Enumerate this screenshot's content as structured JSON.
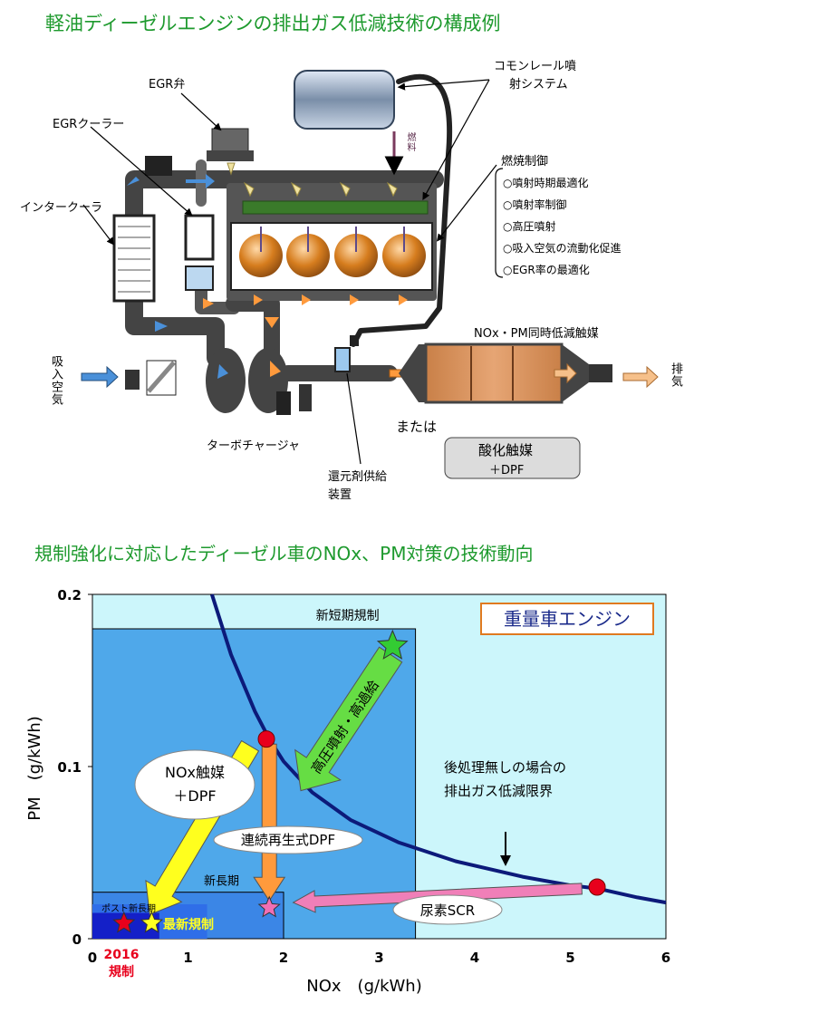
{
  "top_diagram": {
    "title": "軽油ディーゼルエンジンの排出ガス低減技術の構成例",
    "labels": {
      "egr_valve": "EGR弁",
      "egr_cooler": "EGRクーラー",
      "intercooler": "インタークーラ",
      "common_rail_line1": "コモンレール噴",
      "common_rail_line2": "射システム",
      "fuel": "燃料",
      "intake_air": "吸入空気",
      "exhaust": "排気",
      "turbocharger": "ターボチャージャ",
      "reductant_line1": "還元剤供給",
      "reductant_line2": "装置",
      "catalyst": "NOx・PM同時低減触媒",
      "or": "または",
      "alt_line1": "酸化触媒",
      "alt_line2": "＋DPF"
    },
    "combustion": {
      "heading": "燃焼制御",
      "items": [
        "○噴射時期最適化",
        "○噴射率制御",
        "○高圧噴射",
        "○吸入空気の流動化促進",
        "○EGR率の最適化"
      ]
    }
  },
  "chart_title": "規制強化に対応したディーゼル車のNOx、PM対策の技術動向",
  "chart_data": {
    "type": "diagram",
    "xlabel": "NOx　(g/kWh)",
    "ylabel": "PM　(g/kWh)",
    "xlim": [
      0,
      6
    ],
    "ylim": [
      0,
      0.2
    ],
    "x_ticks": [
      "0",
      "1",
      "2",
      "3",
      "4",
      "5",
      "6"
    ],
    "y_ticks": [
      "0",
      "0.1",
      "0.2"
    ],
    "engine_badge": "重量車エンジン",
    "regions": {
      "new_short_term": {
        "label": "新短期規制",
        "nox": 3.38,
        "pm": 0.18
      },
      "new_long_term": {
        "label": "新長期",
        "nox": 2.0,
        "pm": 0.027
      },
      "post_new_long_term": {
        "label": "ポスト新長期",
        "nox": 1.2,
        "pm": 0.02
      },
      "latest": {
        "nox": 0.7,
        "pm": 0.015
      }
    },
    "limit_curve": {
      "label_line1": "後処理無しの場合の",
      "label_line2": "排出ガス低減限界",
      "nox": [
        1.25,
        1.45,
        1.7,
        1.85,
        2.0,
        2.3,
        2.7,
        3.2,
        3.8,
        4.5,
        5.0,
        5.3,
        5.7,
        6.0
      ],
      "pm": [
        0.2,
        0.165,
        0.132,
        0.116,
        0.103,
        0.085,
        0.069,
        0.056,
        0.045,
        0.036,
        0.031,
        0.029,
        0.024,
        0.021
      ]
    },
    "markers": [
      {
        "kind": "circle",
        "nox": 1.82,
        "pm": 0.116,
        "color": "#e8001c"
      },
      {
        "kind": "circle",
        "nox": 5.28,
        "pm": 0.03,
        "color": "#e8001c"
      },
      {
        "kind": "star",
        "nox": 3.14,
        "pm": 0.17,
        "color": "#33cc33"
      },
      {
        "kind": "star",
        "nox": 1.85,
        "pm": 0.018,
        "color": "#f06fb4"
      },
      {
        "kind": "star",
        "nox": 0.62,
        "pm": 0.009,
        "color": "#ffff22"
      },
      {
        "kind": "star",
        "nox": 0.33,
        "pm": 0.009,
        "color": "#e8001c"
      }
    ],
    "arrows": [
      {
        "label": "高圧噴射・高過給",
        "color": "#66dd44"
      },
      {
        "label": "連続再生式DPF",
        "color": "#ff9a3c"
      },
      {
        "label": "尿素SCR",
        "color": "#f07fb8"
      },
      {
        "label_line1": "NOx触媒",
        "label_line2": "＋DPF",
        "color": "#ffff1e"
      }
    ],
    "latest_label": "最新規制",
    "reg2016_line1": "2016",
    "reg2016_line2": "規制"
  }
}
